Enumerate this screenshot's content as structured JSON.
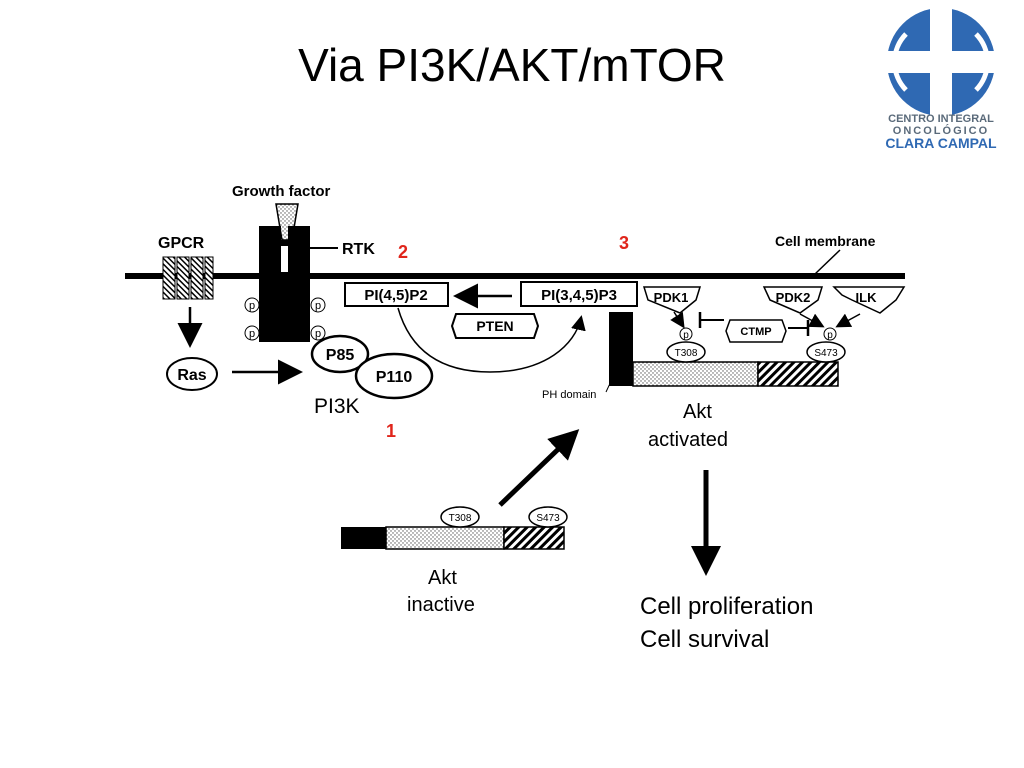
{
  "slide": {
    "title": "Via PI3K/AKT/mTOR"
  },
  "logo": {
    "line1": "CENTRO INTEGRAL",
    "line2": "ONCOLÓGICO",
    "line3": "CLARA CAMPAL",
    "brand_color": "#2f69b3"
  },
  "diagram": {
    "growth_factor": "Growth factor",
    "gpcr": "GPCR",
    "rtk": "RTK",
    "cell_membrane": "Cell membrane",
    "p": "p",
    "pi45p2": "PI(4,5)P2",
    "pi345p3": "PI(3,4,5)P3",
    "pten": "PTEN",
    "ras": "Ras",
    "p85": "P85",
    "p110": "P110",
    "pi3k": "PI3K",
    "pdk1": "PDK1",
    "pdk2": "PDK2",
    "ilk": "ILK",
    "ctmp": "CTMP",
    "t308": "T308",
    "s473": "S473",
    "ph_domain": "PH domain",
    "akt_activated_1": "Akt",
    "akt_activated_2": "activated",
    "akt_inactive_1": "Akt",
    "akt_inactive_2": "inactive",
    "outcome_1": "Cell proliferation",
    "outcome_2": "Cell survival",
    "step_1": "1",
    "step_2": "2",
    "step_3": "3"
  },
  "colors": {
    "step_number": "#e0251b"
  }
}
